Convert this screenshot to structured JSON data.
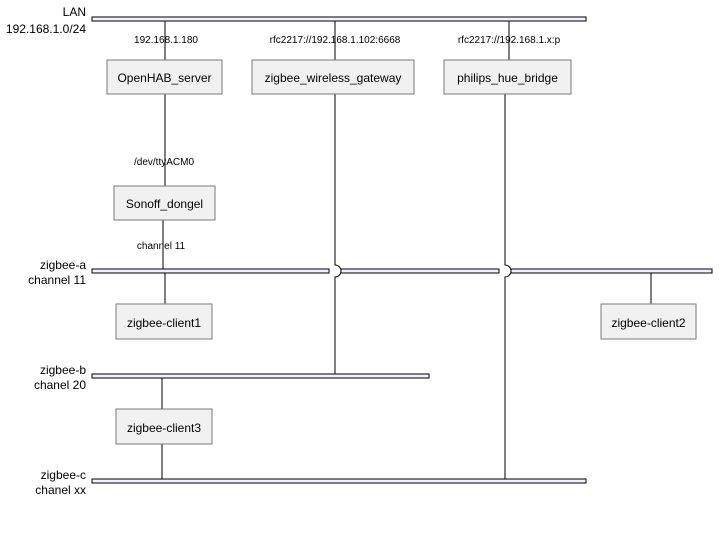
{
  "networks": {
    "lan": {
      "name": "LAN",
      "address": "192.168.1.0/24"
    },
    "zigbee_a": {
      "name": "zigbee-a",
      "address": "channel 11"
    },
    "zigbee_b": {
      "name": "zigbee-b",
      "address": "chanel 20"
    },
    "zigbee_c": {
      "name": "zigbee-c",
      "address": "chanel xx"
    }
  },
  "nodes": {
    "openhab_server": {
      "label": "OpenHAB_server"
    },
    "zigbee_wireless_gateway": {
      "label": "zigbee_wireless_gateway"
    },
    "philips_hue_bridge": {
      "label": "philips_hue_bridge"
    },
    "sonoff_dongel": {
      "label": "Sonoff_dongel"
    },
    "zigbee_client1": {
      "label": "zigbee-client1"
    },
    "zigbee_client2": {
      "label": "zigbee-client2"
    },
    "zigbee_client3": {
      "label": "zigbee-client3"
    }
  },
  "links": {
    "openhab_lan": {
      "address": "192.168.1.180"
    },
    "gateway_lan": {
      "address": "rfc2217://192.168.1.102:6668"
    },
    "hue_lan": {
      "address": "rfc2217://192.168.1.x:p"
    },
    "openhab_sonoff": {
      "address": "/dev/ttyACM0"
    },
    "sonoff_zigbee_a": {
      "address": "channel 11"
    }
  }
}
